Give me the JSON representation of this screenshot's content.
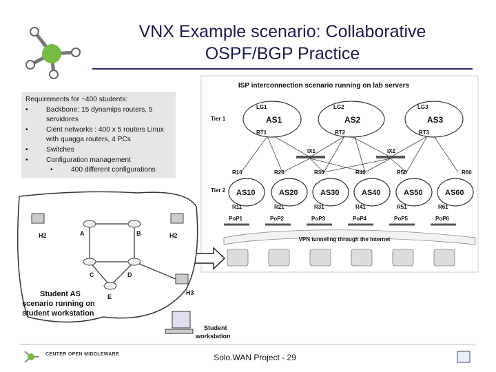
{
  "slide": {
    "title_line1": "VNX Example scenario:     Collaborative",
    "title_line2": "OSPF/BGP Practice"
  },
  "requirements": {
    "heading": "Requirements for ~400 students:",
    "items": [
      "Backbone: 15 dynamips routers, 5 servidores",
      "Cient networks : 400 x 5 routers Linux with quagga routers, 4 PCs",
      "Switches",
      "Configuration management"
    ],
    "subitem": "400 different configurations"
  },
  "isp": {
    "title": "ISP interconnection scenario running on lab servers",
    "tier1": "Tier 1",
    "tier2": "Tier 2",
    "lg": [
      "LG1",
      "LG2",
      "LG3"
    ],
    "as_top": [
      "AS1",
      "AS2",
      "AS3"
    ],
    "rt": [
      "RT1",
      "RT2",
      "RT3"
    ],
    "ix": [
      "IX1",
      "IX2"
    ],
    "r": [
      "R10",
      "R20",
      "R30",
      "R40",
      "R50",
      "R60"
    ],
    "as_bottom": [
      "AS10",
      "AS20",
      "AS30",
      "AS40",
      "AS50",
      "AS60"
    ],
    "rt_bottom": [
      "R11",
      "R21",
      "R31",
      "R41",
      "R51",
      "R61"
    ],
    "pop": [
      "PoP1",
      "PoP2",
      "PoP3",
      "PoP4",
      "PoP5",
      "PoP6"
    ],
    "vpn": "VPN tunneling through the Internet"
  },
  "student": {
    "nodes": [
      "A",
      "B",
      "C",
      "D",
      "E"
    ],
    "hosts": [
      "H2",
      "H2",
      "H3"
    ],
    "caption_lines": [
      "Student AS",
      "scenario running on",
      "student workstation"
    ],
    "workstation_lines": [
      "Student",
      "workstation"
    ]
  },
  "footer": {
    "logo_text": "CENTER OPEN MIDDLEWARE",
    "center_text": "Solo.WAN Project - 29"
  },
  "colors": {
    "title": "#1a1a4e",
    "logo_green": "#77bb44",
    "cloud_stroke": "#333333",
    "arrow": "#222222"
  }
}
